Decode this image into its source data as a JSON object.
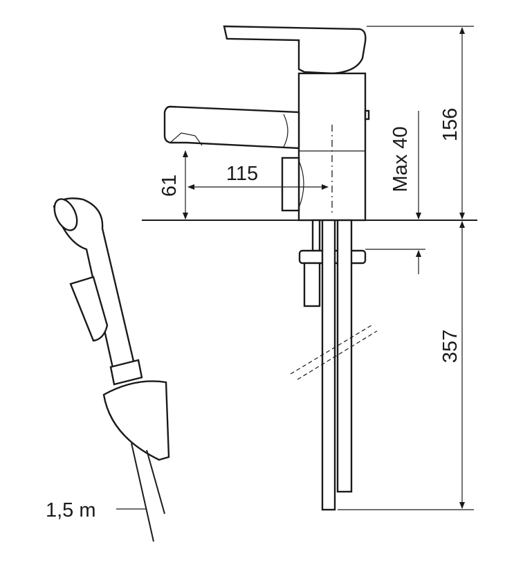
{
  "dimensions": {
    "total_height": "156",
    "max_thickness": "Max 40",
    "spout_height": "61",
    "spout_reach": "115",
    "hose_length_below": "357",
    "shower_hose": "1,5 m"
  },
  "colors": {
    "line": "#1a1a1a",
    "background": "#ffffff"
  }
}
